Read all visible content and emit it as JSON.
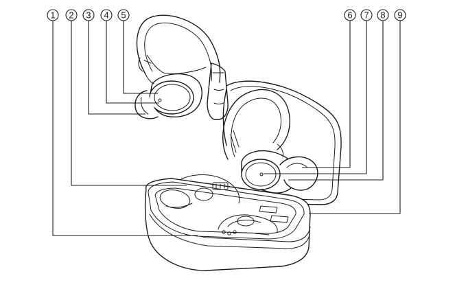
{
  "callouts": [
    {
      "id": "callout-1",
      "label": "1"
    },
    {
      "id": "callout-2",
      "label": "2"
    },
    {
      "id": "callout-3",
      "label": "3"
    },
    {
      "id": "callout-4",
      "label": "4"
    },
    {
      "id": "callout-5",
      "label": "5"
    },
    {
      "id": "callout-6",
      "label": "6"
    },
    {
      "id": "callout-7",
      "label": "7"
    },
    {
      "id": "callout-8",
      "label": "8"
    },
    {
      "id": "callout-9",
      "label": "9"
    }
  ],
  "colors": {
    "line": "#1a1a1a",
    "background": "#ffffff"
  }
}
